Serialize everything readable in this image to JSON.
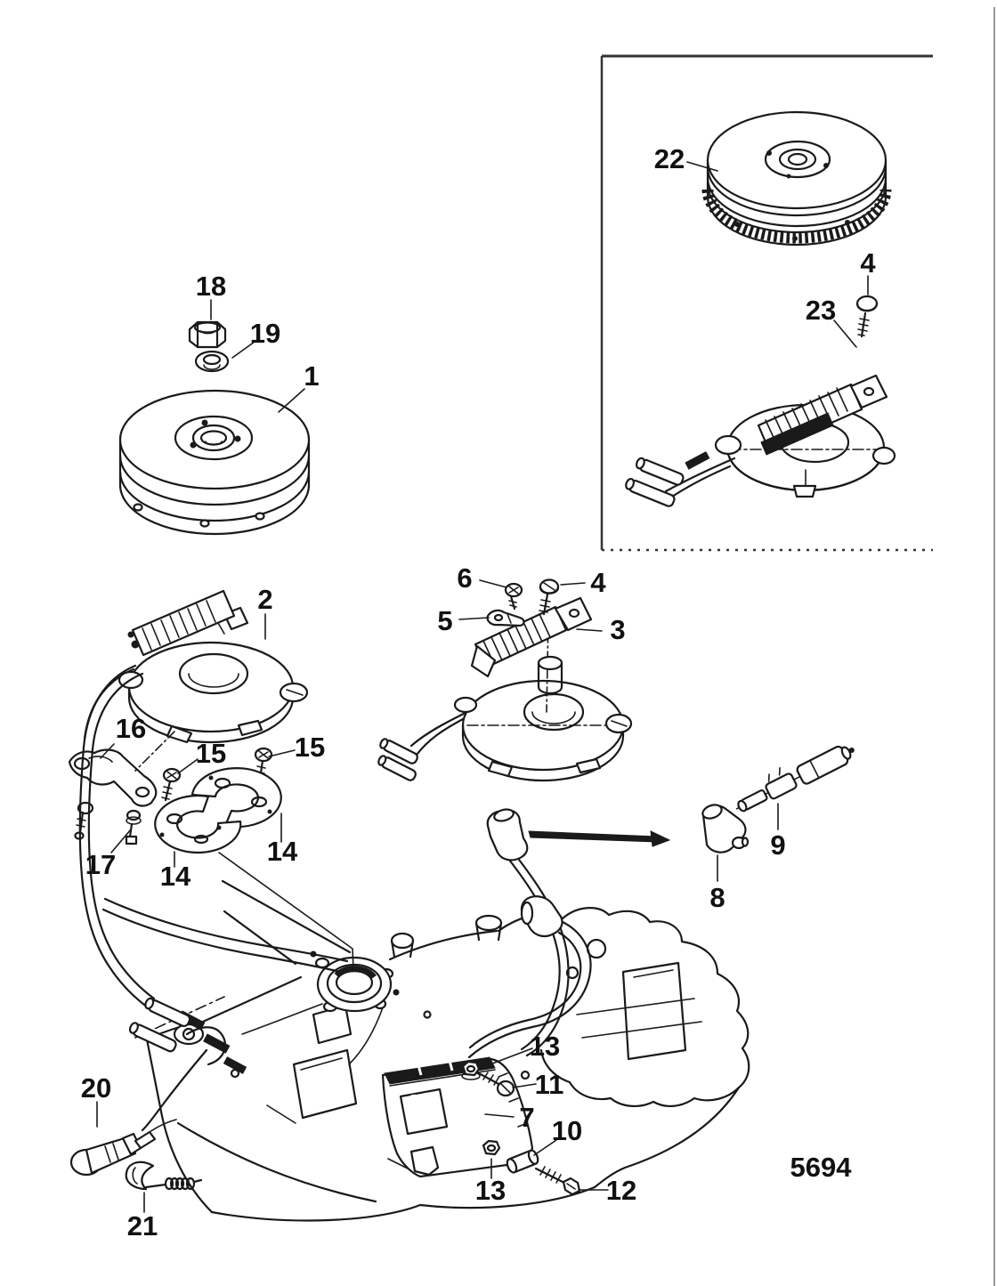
{
  "figure": {
    "type": "exploded-parts-diagram",
    "description": "Flywheel and ignition components line-art diagram with numbered callouts and inset detail box",
    "drawing_number": "5694",
    "colors": {
      "line": "#1a1a1a",
      "background": "#ffffff",
      "page_edge": "#999999"
    }
  },
  "callouts": {
    "flywheel": {
      "label": "1",
      "target": "flywheel"
    },
    "stator_left": {
      "label": "2",
      "target": "stator-plate-assembly-left"
    },
    "stator_right": {
      "label": "3",
      "target": "stator-plate-assembly-right"
    },
    "screw4_main": {
      "label": "4",
      "target": "screw"
    },
    "clip5": {
      "label": "5",
      "target": "retainer-clip"
    },
    "screw6": {
      "label": "6",
      "target": "screw"
    },
    "coil7": {
      "label": "7",
      "target": "ignition-coil"
    },
    "boot8": {
      "label": "8",
      "target": "spark-plug-boot"
    },
    "connector9": {
      "label": "9",
      "target": "bullet-connector"
    },
    "spacer10": {
      "label": "10",
      "target": "spacer"
    },
    "screw11": {
      "label": "11",
      "target": "screw"
    },
    "bolt12": {
      "label": "12",
      "target": "bolt"
    },
    "nut13_upper": {
      "label": "13",
      "target": "nut"
    },
    "nut13_lower": {
      "label": "13",
      "target": "nut"
    },
    "plate14_left": {
      "label": "14",
      "target": "retainer-plate"
    },
    "plate14_right": {
      "label": "14",
      "target": "retainer-plate"
    },
    "screw15_left": {
      "label": "15",
      "target": "screw"
    },
    "screw15_right": {
      "label": "15",
      "target": "screw"
    },
    "link16": {
      "label": "16",
      "target": "link-arm"
    },
    "screw17": {
      "label": "17",
      "target": "screw"
    },
    "nut18": {
      "label": "18",
      "target": "flywheel-nut"
    },
    "washer19": {
      "label": "19",
      "target": "washer"
    },
    "switch20": {
      "label": "20",
      "target": "switch-sensor"
    },
    "clamp21": {
      "label": "21",
      "target": "clamp-spring"
    },
    "flywheel22_inset": {
      "label": "22",
      "target": "flywheel-inset"
    },
    "screw4_inset": {
      "label": "4",
      "target": "screw-inset"
    },
    "stator23_inset": {
      "label": "23",
      "target": "stator-inset"
    }
  }
}
